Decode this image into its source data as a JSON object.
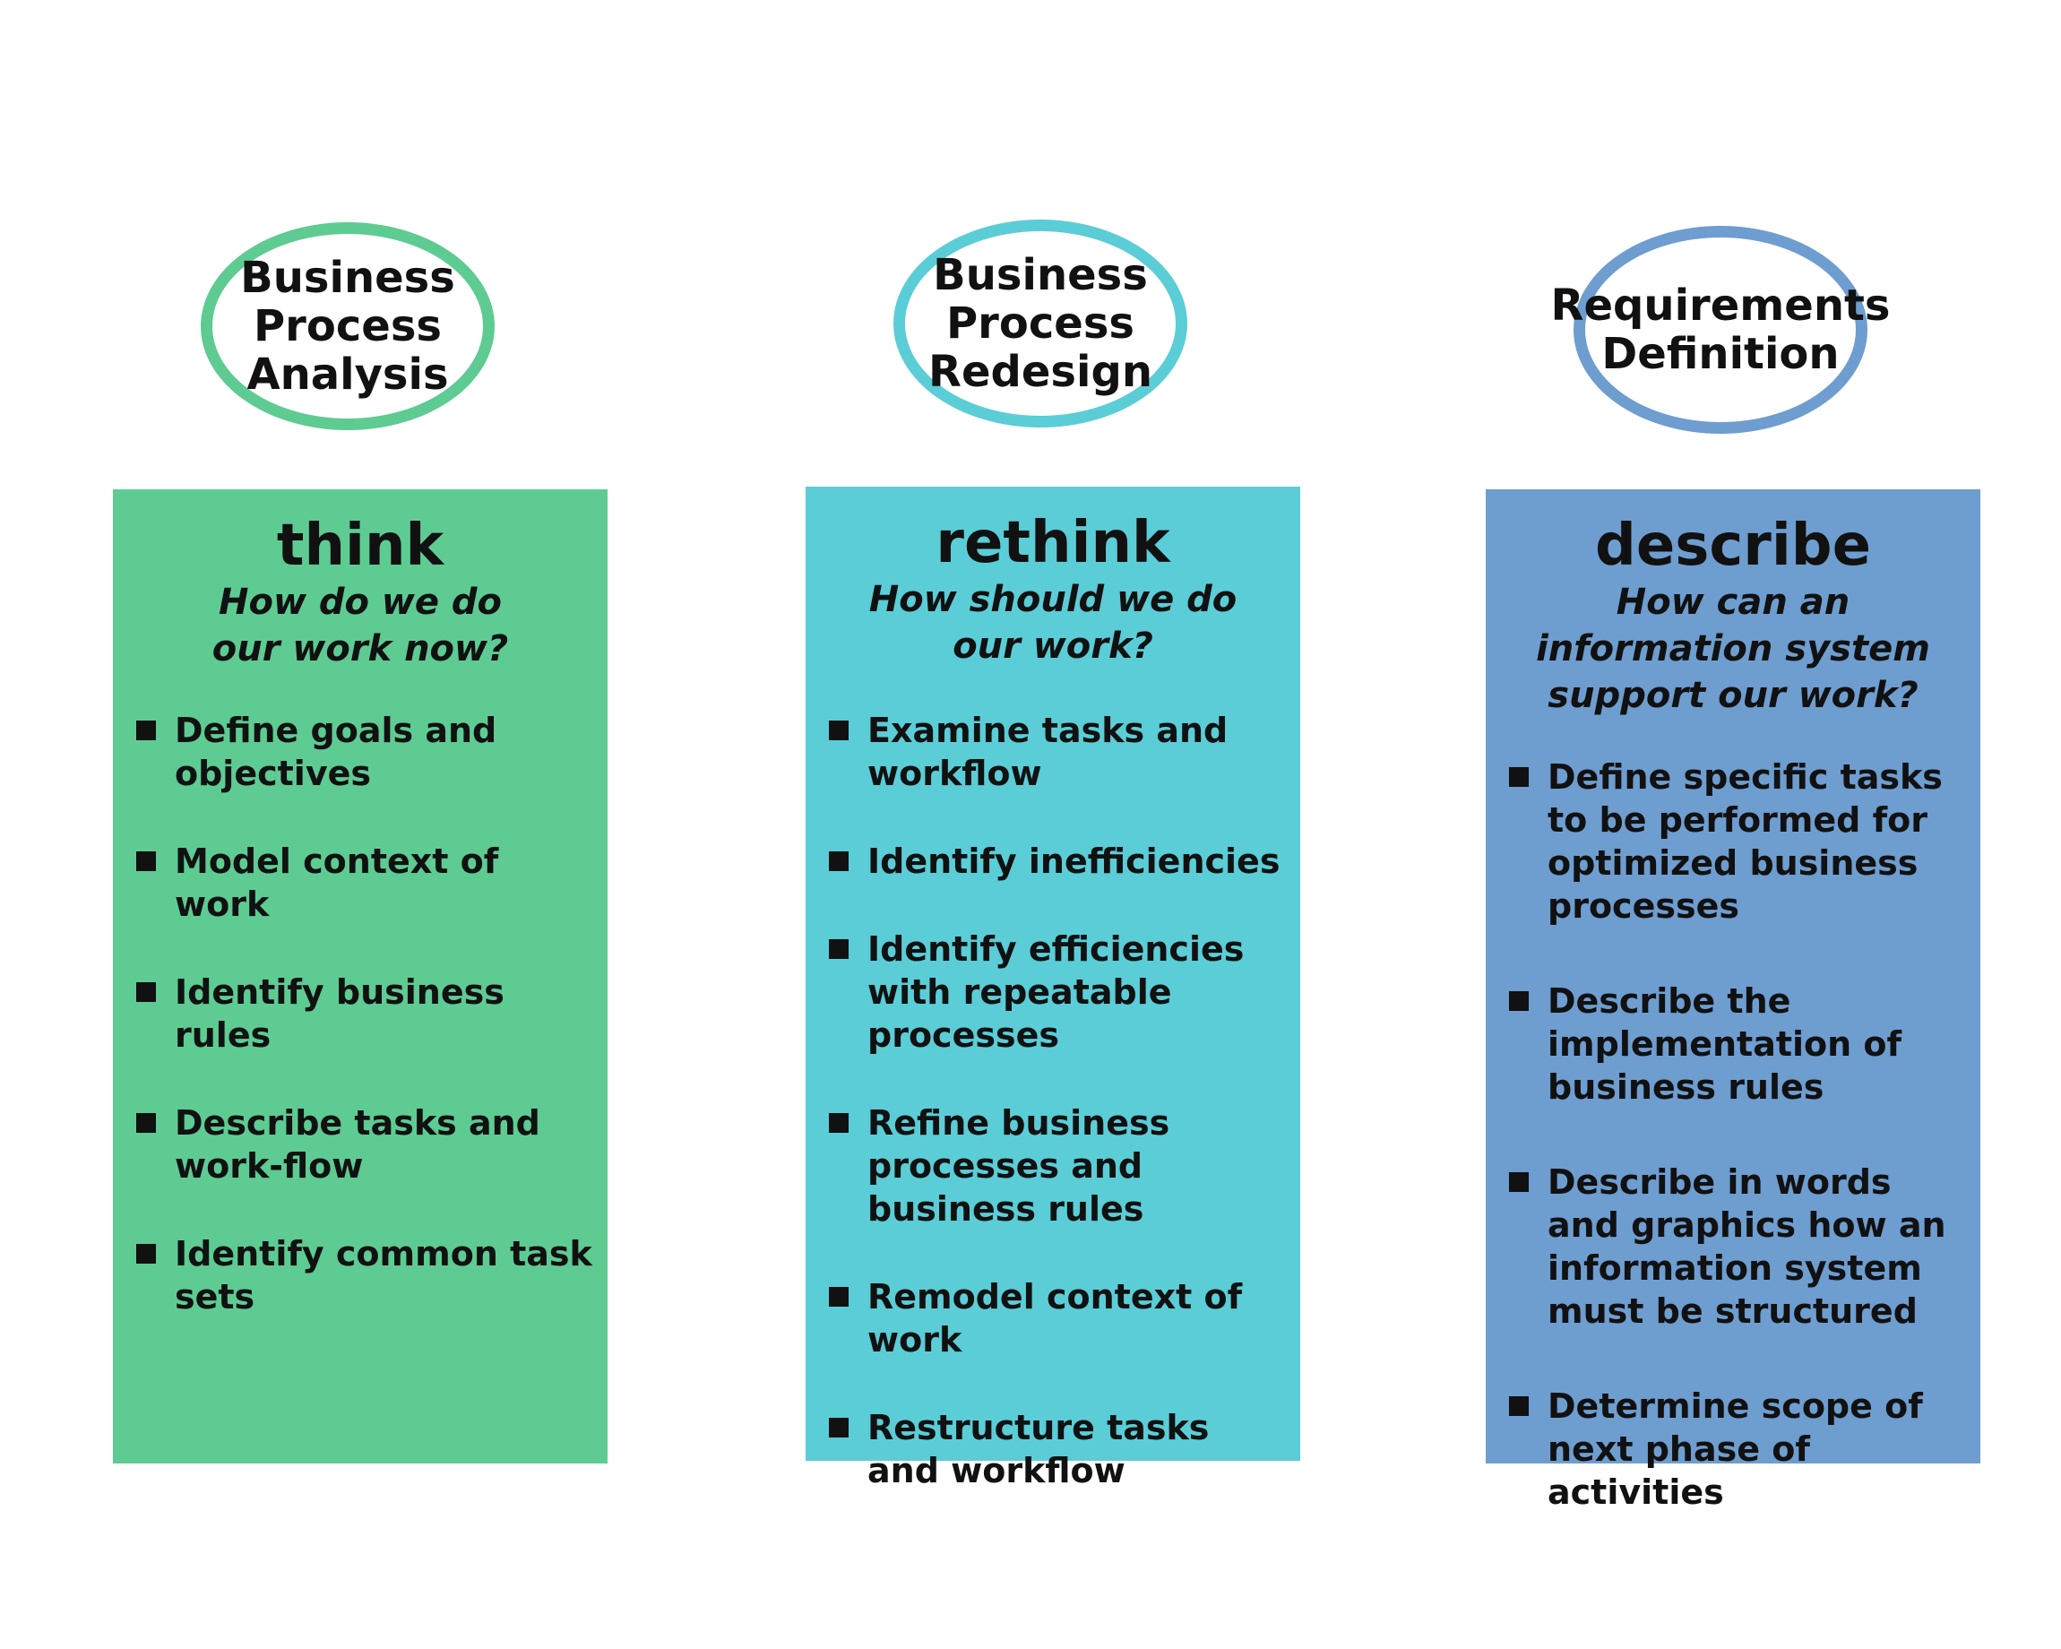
{
  "columns": [
    {
      "heading_lines": [
        "Business",
        "Process",
        "Analysis"
      ],
      "title": "think",
      "question_lines": [
        "How do we do",
        "our work now?"
      ],
      "items": [
        "Define goals and objectives",
        "Model context of work",
        "Identify business rules",
        "Describe tasks and work-flow",
        "Identify common task sets"
      ],
      "color": "#5ecb93"
    },
    {
      "heading_lines": [
        "Business",
        "Process",
        "Redesign"
      ],
      "title": "rethink",
      "question_lines": [
        "How should we do",
        "our work?"
      ],
      "items": [
        "Examine tasks and workflow",
        "Identify inefficiencies",
        "Identify efficiencies with repeatable processes",
        "Refine business processes and business rules",
        "Remodel context of work",
        "Restructure tasks and workflow"
      ],
      "color": "#5bcdd7"
    },
    {
      "heading_lines": [
        "Requirements",
        "Definition"
      ],
      "title": "describe",
      "question_lines": [
        "How can an",
        "information system",
        "support our work?"
      ],
      "items": [
        "Define specific tasks to be performed for optimized business processes",
        "Describe the implementation of business rules",
        "Describe in words and graphics how an information system must be structured",
        "Determine scope of next phase of activities"
      ],
      "color": "#6e9dd0"
    }
  ]
}
